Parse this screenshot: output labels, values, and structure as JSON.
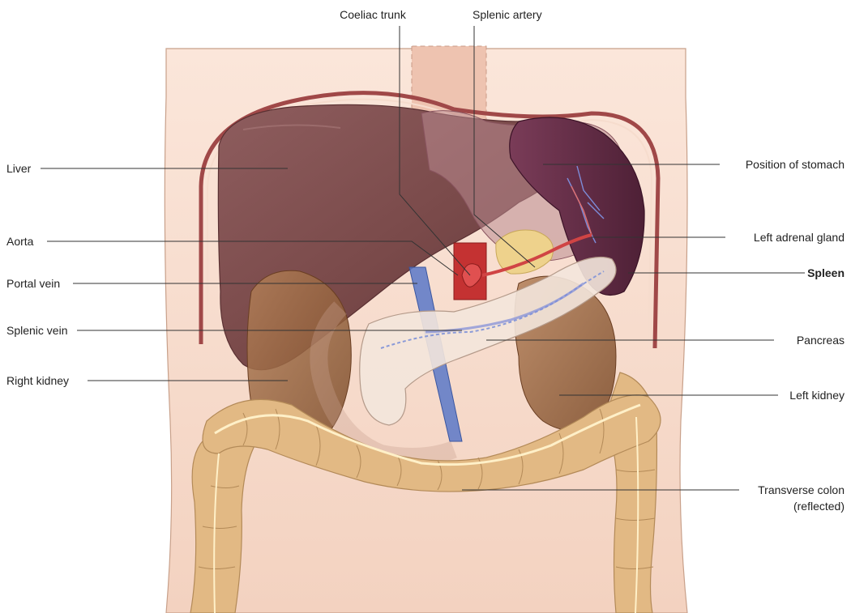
{
  "labels": {
    "coeliac_trunk": "Coeliac trunk",
    "splenic_artery": "Splenic artery",
    "liver": "Liver",
    "aorta": "Aorta",
    "portal_vein": "Portal vein",
    "splenic_vein": "Splenic vein",
    "right_kidney": "Right kidney",
    "position_of_stomach": "Position of stomach",
    "left_adrenal_gland": "Left adrenal gland",
    "spleen": "Spleen",
    "pancreas": "Pancreas",
    "left_kidney": "Left kidney",
    "transverse_colon_line1": "Transverse colon",
    "transverse_colon_line2": "(reflected)"
  },
  "colors": {
    "background": "#ffffff",
    "skin": "#f6dccd",
    "body_outline": "#c8a08a",
    "liver": "#7a4a4a",
    "liver_light": "#9a6566",
    "stomach": "#8a5560",
    "spleen": "#4e2036",
    "spleen_light": "#7a3c58",
    "kidney": "#8c5a36",
    "kidney_light": "#b38059",
    "colon": "#e2b984",
    "colon_stroke": "#b38a58",
    "colon_line": "#fff0c8",
    "pancreas": "#f3e6dc",
    "pancreas_stroke": "#b49a8a",
    "aorta": "#c43232",
    "vein": "#5a78c8",
    "adrenal": "#eed28c",
    "diaphragm": "#a04848",
    "leader_line": "#333333"
  }
}
